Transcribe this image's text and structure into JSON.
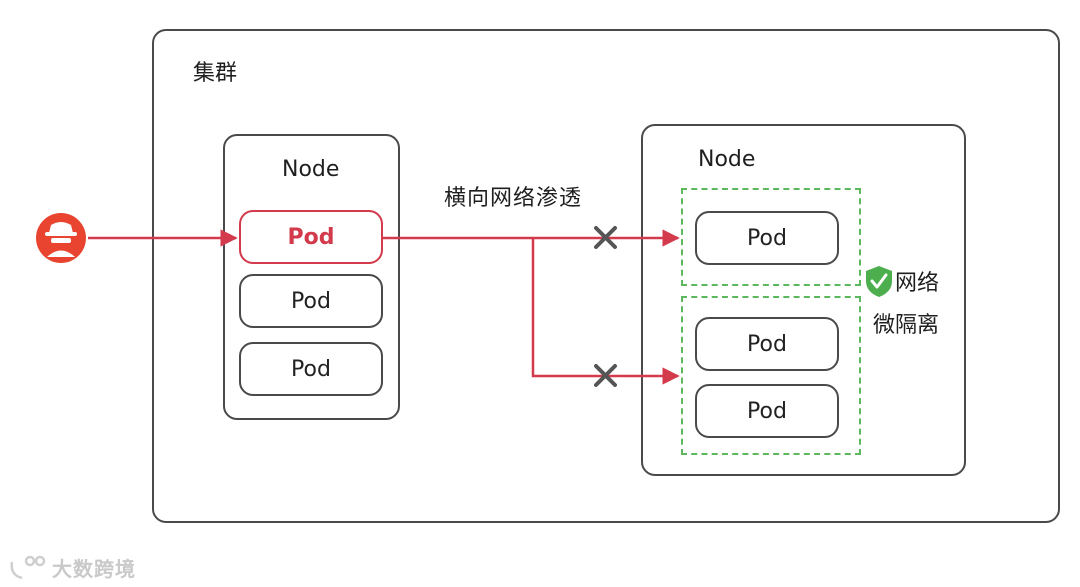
{
  "cluster": {
    "label": "集群"
  },
  "node_left": {
    "label": "Node",
    "pods": [
      "Pod",
      "Pod",
      "Pod"
    ]
  },
  "node_right": {
    "label": "Node",
    "pods_top": [
      "Pod"
    ],
    "pods_bottom": [
      "Pod",
      "Pod"
    ]
  },
  "arrow_label": "横向网络渗透",
  "micro_isolation": {
    "line1": "网络",
    "line2": "微隔离",
    "icon": "shield-check-icon"
  },
  "watermark": "大数跨境",
  "colors": {
    "attack": "#d33a4b",
    "zone": "#5cb85c",
    "border": "#4a4a4a"
  }
}
